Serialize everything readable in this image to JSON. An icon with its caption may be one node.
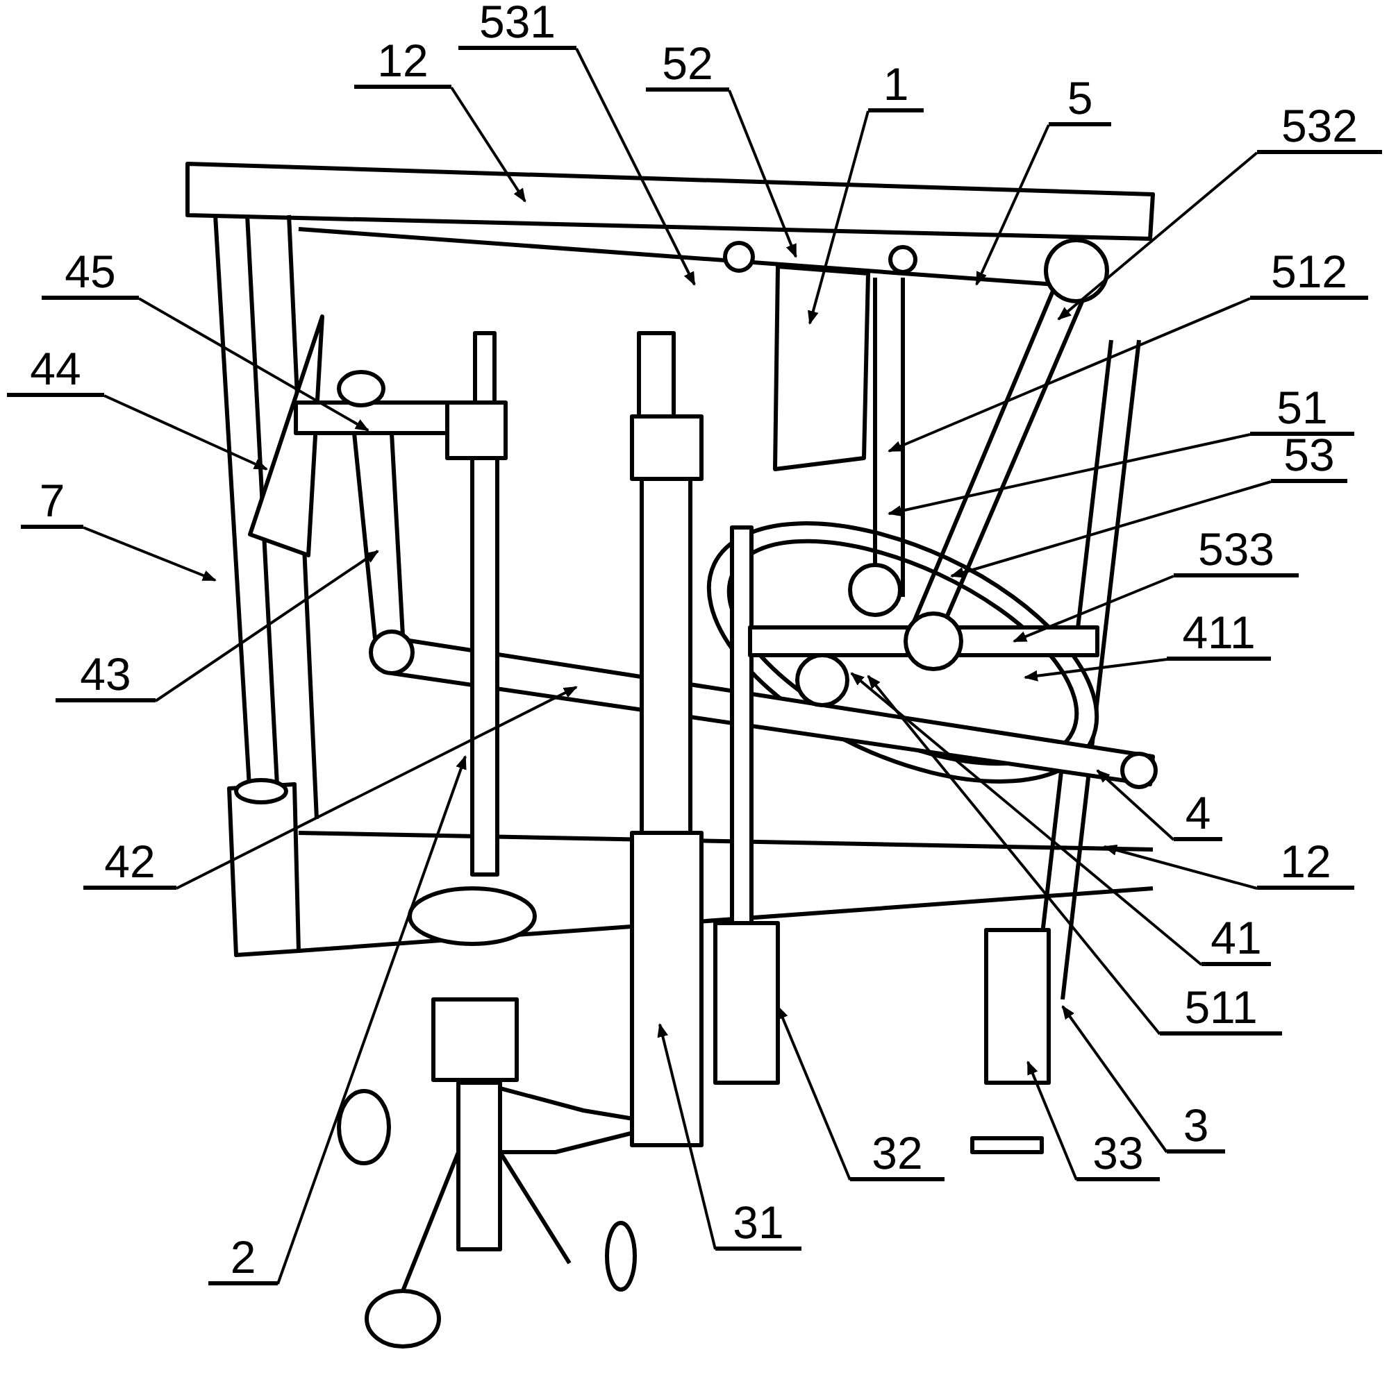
{
  "diagram": {
    "nodes": [
      {
        "text": [
          "12"
        ]
      },
      {
        "text": [
          "531"
        ]
      },
      {
        "text": [
          "52"
        ]
      },
      {
        "text": [
          "1"
        ]
      },
      {
        "text": [
          "5"
        ]
      },
      {
        "text": [
          "532"
        ]
      },
      {
        "text": [
          "512"
        ]
      },
      {
        "text": [
          "51"
        ]
      },
      {
        "text": [
          "53"
        ]
      },
      {
        "text": [
          "533"
        ]
      },
      {
        "text": [
          "411"
        ]
      },
      {
        "text": [
          "4"
        ]
      },
      {
        "text": [
          "12"
        ]
      },
      {
        "text": [
          "41"
        ]
      },
      {
        "text": [
          "511"
        ]
      },
      {
        "text": [
          "3"
        ]
      },
      {
        "text": [
          "33"
        ]
      },
      {
        "text": [
          "32"
        ]
      },
      {
        "text": [
          "31"
        ]
      },
      {
        "text": [
          "2"
        ]
      },
      {
        "text": [
          "42"
        ]
      },
      {
        "text": [
          "43"
        ]
      },
      {
        "text": [
          "7"
        ]
      },
      {
        "text": [
          "44"
        ]
      },
      {
        "text": [
          "45"
        ]
      }
    ],
    "edges": [
      {
        "from": 0,
        "to": null,
        "arrow": "to"
      },
      {
        "from": 1,
        "to": null,
        "arrow": "to"
      },
      {
        "from": 2,
        "to": null,
        "arrow": "to"
      },
      {
        "from": 3,
        "to": null,
        "arrow": "to"
      },
      {
        "from": 4,
        "to": null,
        "arrow": "to"
      },
      {
        "from": 5,
        "to": null,
        "arrow": "to"
      },
      {
        "from": 6,
        "to": null,
        "arrow": "to"
      },
      {
        "from": 7,
        "to": null,
        "arrow": "to"
      },
      {
        "from": 8,
        "to": null,
        "arrow": "to"
      },
      {
        "from": 9,
        "to": null,
        "arrow": "to"
      },
      {
        "from": 10,
        "to": null,
        "arrow": "to"
      },
      {
        "from": 11,
        "to": null,
        "arrow": "to"
      },
      {
        "from": 12,
        "to": null,
        "arrow": "to"
      },
      {
        "from": 13,
        "to": null,
        "arrow": "to"
      },
      {
        "from": 14,
        "to": null,
        "arrow": "to"
      },
      {
        "from": 15,
        "to": null,
        "arrow": "to"
      },
      {
        "from": 16,
        "to": null,
        "arrow": "to"
      },
      {
        "from": 17,
        "to": null,
        "arrow": "to"
      },
      {
        "from": 18,
        "to": null,
        "arrow": "to"
      },
      {
        "from": 19,
        "to": null,
        "arrow": "to"
      },
      {
        "from": 20,
        "to": null,
        "arrow": "to"
      },
      {
        "from": 21,
        "to": null,
        "arrow": "to"
      },
      {
        "from": 22,
        "to": null,
        "arrow": "to"
      },
      {
        "from": 23,
        "to": null,
        "arrow": "to"
      },
      {
        "from": 24,
        "to": null,
        "arrow": "to"
      }
    ]
  }
}
